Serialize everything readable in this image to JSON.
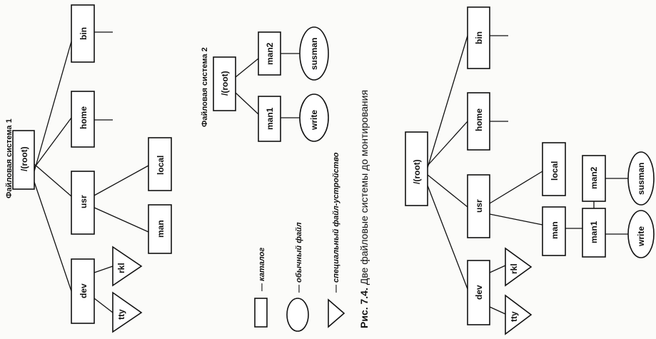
{
  "fs1": {
    "title": "Файловая система 1",
    "root": "/(root)",
    "bin": "bin",
    "home": "home",
    "usr": "usr",
    "dev": "dev",
    "local": "local",
    "man": "man",
    "rkl": "rkl",
    "tty": "tty"
  },
  "fs2": {
    "title": "Файловая система 2",
    "root": "/(root)",
    "man1": "man1",
    "man2": "man2",
    "write": "write",
    "susman": "susman"
  },
  "legend": {
    "dir": "— каталог",
    "file": "— обычный файл",
    "device": "— специальный файл-устройство"
  },
  "caption": {
    "prefix": "Рис. 7.4.",
    "text": " Две файловые системы до монтирования"
  },
  "merged": {
    "root": "/(root)",
    "bin": "bin",
    "home": "home",
    "usr": "usr",
    "dev": "dev",
    "local": "local",
    "man": "man",
    "man1": "man1",
    "man2": "man2",
    "write": "write",
    "susman": "susman",
    "rkl": "rkl",
    "tty": "tty"
  }
}
